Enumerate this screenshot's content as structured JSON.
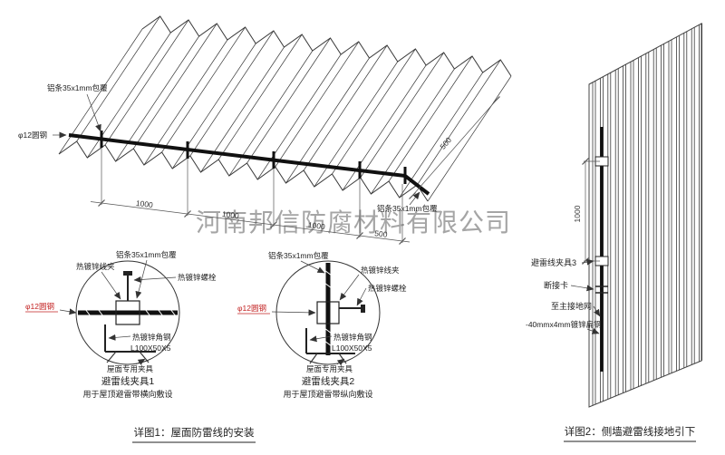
{
  "watermark": {
    "text": "河南邦信防腐材料有限公司"
  },
  "roof_view": {
    "alu_strip_label_top": "铝条35x1mm包覆",
    "alu_strip_label_right": "铝条35x1mm包覆",
    "round_steel_label": "φ12圆钢",
    "dim_1000": "1000",
    "dim_500": "500",
    "dim_500_depth": "500"
  },
  "detail1": {
    "title": "避雷线夹具1",
    "subtitle": "用于屋顶避雷带横向敷设",
    "labels": {
      "galv_wire_clamp": "热镀锌线夹",
      "alu_strip": "铝条35x1mm包覆",
      "galv_bolt": "热镀锌螺栓",
      "round_steel": "φ12圆钢",
      "galv_angle_steel": "热镀锌角钢",
      "angle_spec": "L100X50X5",
      "roof_fixture": "屋面专用夹具"
    }
  },
  "detail2": {
    "title": "避雷线夹具2",
    "subtitle": "用于屋顶避雷带纵向敷设",
    "labels": {
      "galv_wire_clamp": "热镀锌线夹",
      "alu_strip": "铝条35x1mm包覆",
      "galv_bolt": "热镀锌螺栓",
      "round_steel": "φ12圆钢",
      "galv_angle_steel": "热镀锌角钢",
      "angle_spec": "L100X50X5",
      "roof_fixture": "屋面专用夹具"
    }
  },
  "wall_view": {
    "dim_1000": "1000",
    "labels": {
      "wire_clamp3": "避雷线夹具3",
      "disconnect_card": "断接卡",
      "to_main_ground": "至主接地网",
      "flat_steel": "-40mmx4mm镀锌扁钢"
    }
  },
  "captions": {
    "detail1": "详图1：屋面防雷线的安装",
    "detail2": "详图2：侧墙避雷线接地引下"
  },
  "colors": {
    "line": "#3a3a3a",
    "wire": "#111111",
    "red": "#c32222",
    "watermark": "#9c9c9c"
  }
}
